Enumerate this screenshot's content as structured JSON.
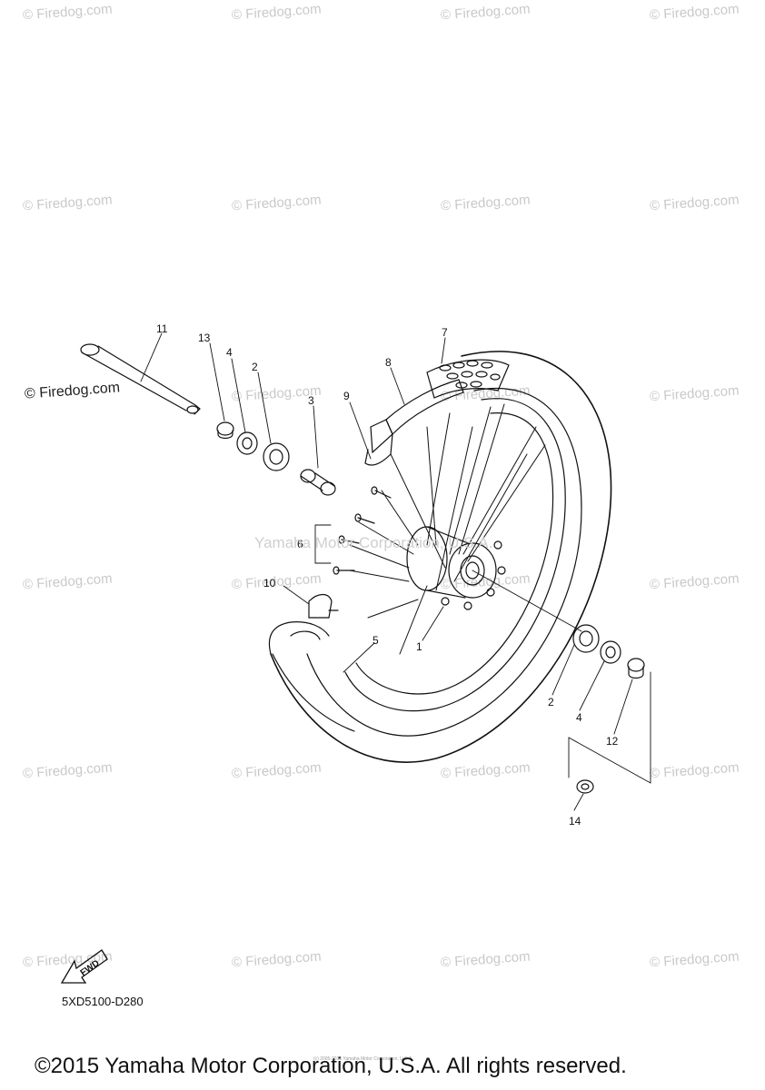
{
  "watermark_text": "© Firedog.com",
  "mid_watermark": "Yamaha Motor Corporation, U.S.A.",
  "callouts": {
    "c1": "1",
    "c2a": "2",
    "c2b": "2",
    "c3": "3",
    "c4a": "4",
    "c4b": "4",
    "c5": "5",
    "c6": "6",
    "c7": "7",
    "c8": "8",
    "c9": "9",
    "c10": "10",
    "c11": "11",
    "c12": "12",
    "c13": "13",
    "c14": "14"
  },
  "fwd_label": "FWD",
  "part_code": "5XD5100-D280",
  "tiny_text": "(c) 2005-2015 Yamaha Motor Corporation, U.S.A.",
  "copyright": "©2015 Yamaha Motor Corporation, U.S.A. All rights reserved."
}
